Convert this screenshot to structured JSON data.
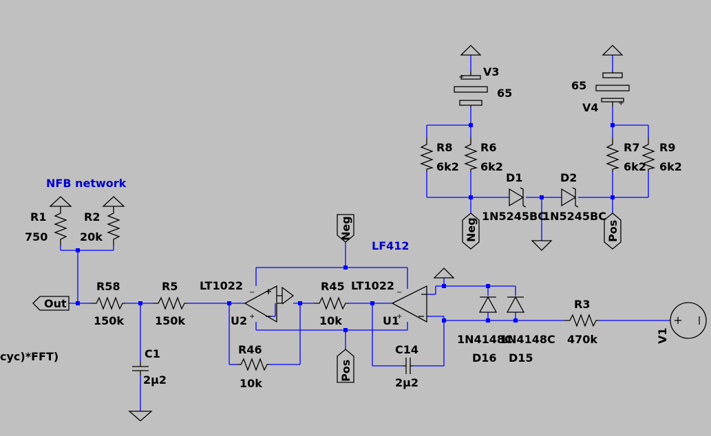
{
  "annotations": {
    "nfb": "NFB network",
    "opamp_model": "LF412",
    "fft_fragment": "cyc)*FFT)"
  },
  "ports": {
    "out": "Out",
    "neg_top": "Neg",
    "neg_zener": "Neg",
    "pos_bottom": "Pos",
    "pos_zener": "Pos"
  },
  "components": {
    "R1": {
      "ref": "R1",
      "value": "750"
    },
    "R2": {
      "ref": "R2",
      "value": "20k"
    },
    "R58": {
      "ref": "R58",
      "value": "150k"
    },
    "R5": {
      "ref": "R5",
      "value": "150k"
    },
    "C1": {
      "ref": "C1",
      "value": "2µ2"
    },
    "U2": {
      "ref": "U2",
      "value": "LT1022"
    },
    "R46": {
      "ref": "R46",
      "value": "10k"
    },
    "R45": {
      "ref": "R45",
      "value": "10k"
    },
    "U1": {
      "ref": "U1",
      "value": "LT1022"
    },
    "C14": {
      "ref": "C14",
      "value": "2µ2"
    },
    "D16": {
      "ref": "D16",
      "value": "1N4148C"
    },
    "D15": {
      "ref": "D15",
      "value": "1N4148C"
    },
    "R3": {
      "ref": "R3",
      "value": "470k"
    },
    "V1": {
      "ref": "V1"
    },
    "V3": {
      "ref": "V3",
      "value": "65"
    },
    "V4": {
      "ref": "V4",
      "value": "65"
    },
    "R8": {
      "ref": "R8",
      "value": "6k2"
    },
    "R6": {
      "ref": "R6",
      "value": "6k2"
    },
    "R7": {
      "ref": "R7",
      "value": "6k2"
    },
    "R9": {
      "ref": "R9",
      "value": "6k2"
    },
    "D1": {
      "ref": "D1",
      "value": "1N5245BC"
    },
    "D2": {
      "ref": "D2",
      "value": "1N5245BC"
    }
  },
  "colors": {
    "background": "#c0c0c0",
    "wire": "#0000ff",
    "component": "#000000",
    "annotation": "#0000cc"
  }
}
